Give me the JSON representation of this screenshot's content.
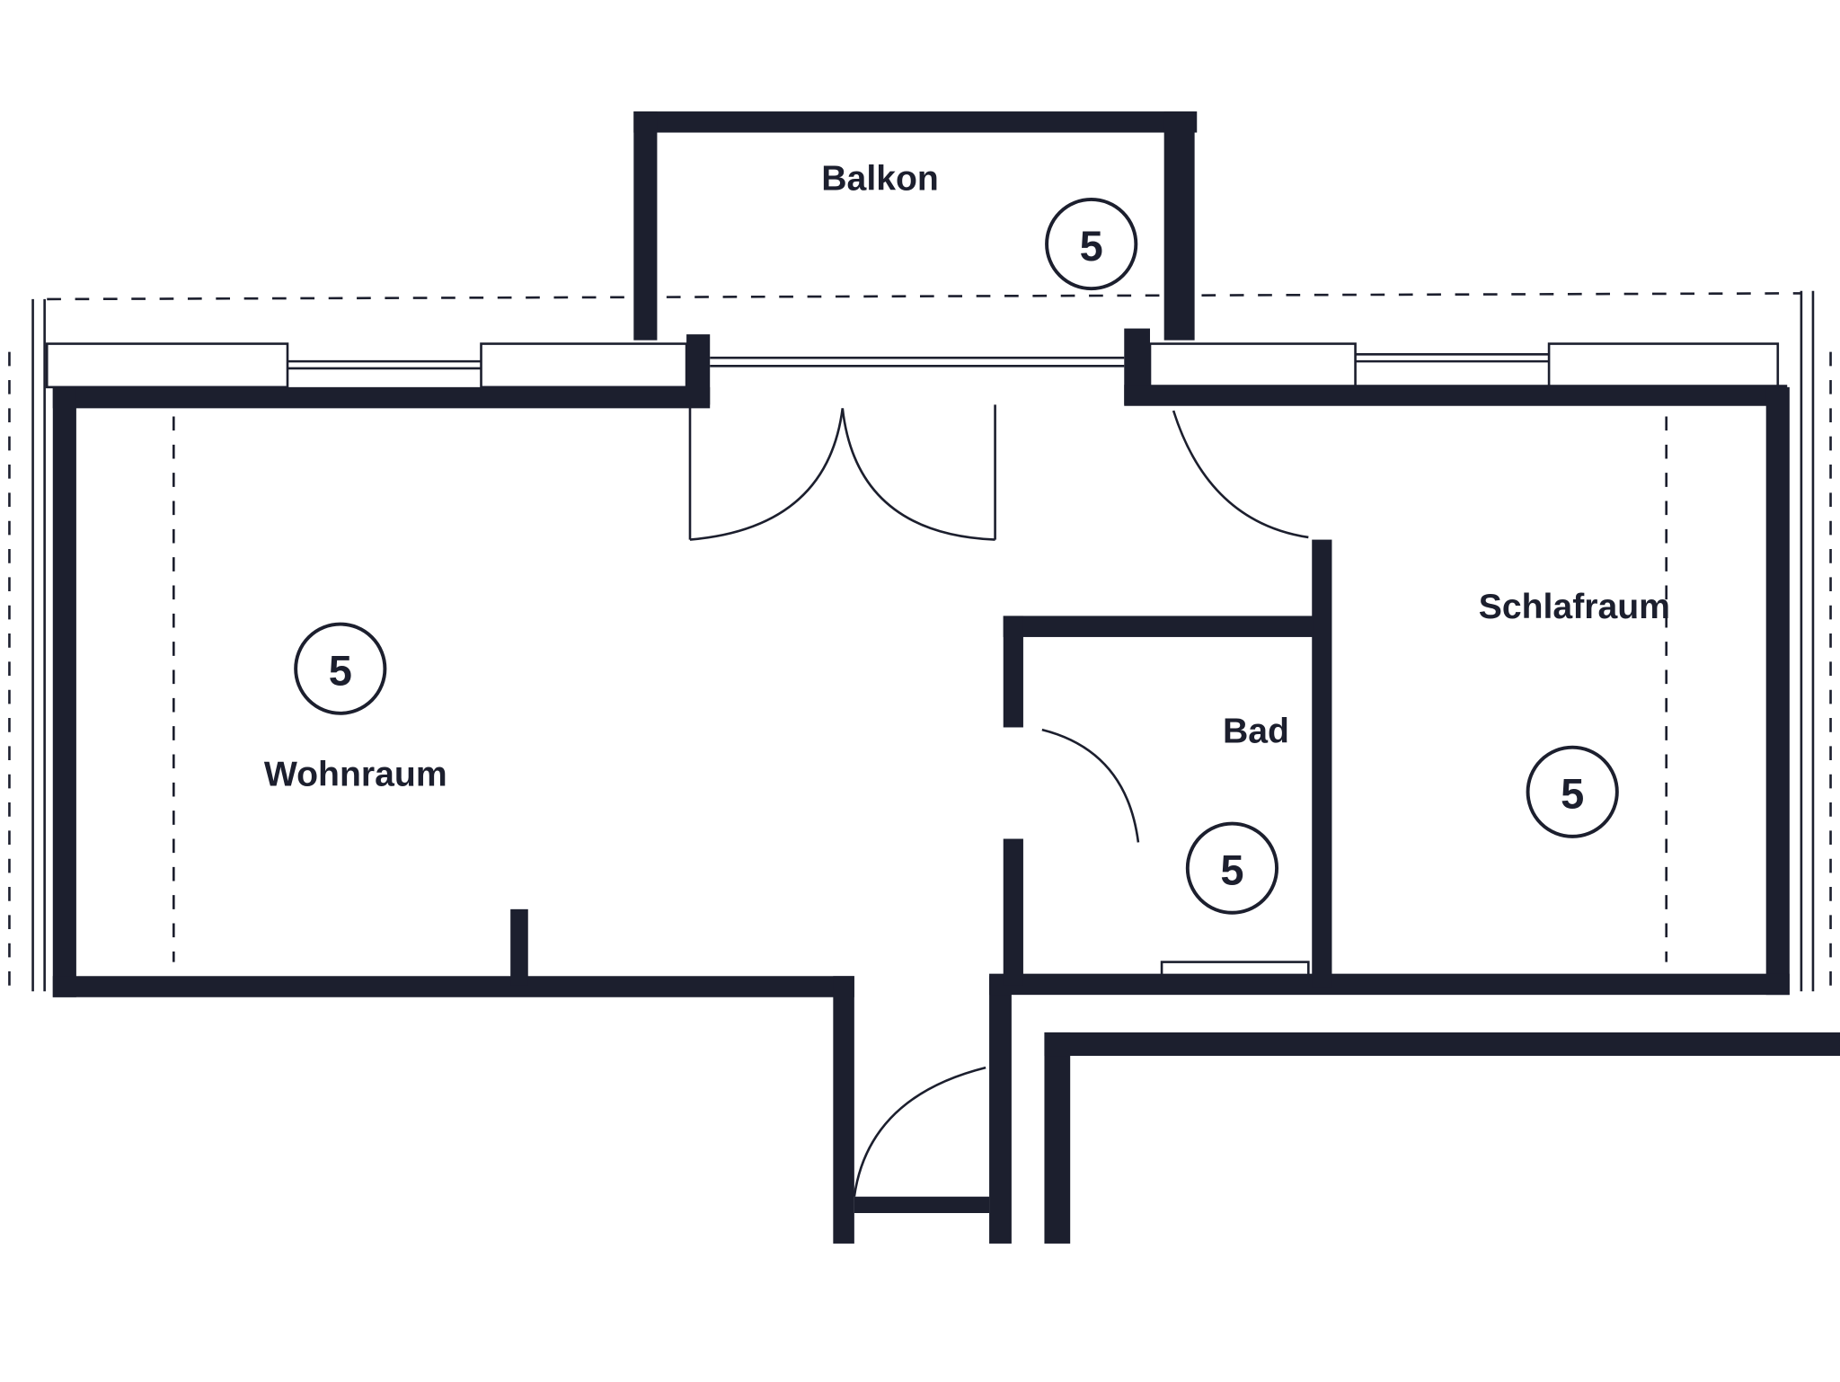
{
  "rooms": [
    {
      "name": "Balkon",
      "number": "5"
    },
    {
      "name": "Wohnraum",
      "number": "5"
    },
    {
      "name": "Bad",
      "number": "5"
    },
    {
      "name": "Schlafraum",
      "number": "5"
    }
  ]
}
